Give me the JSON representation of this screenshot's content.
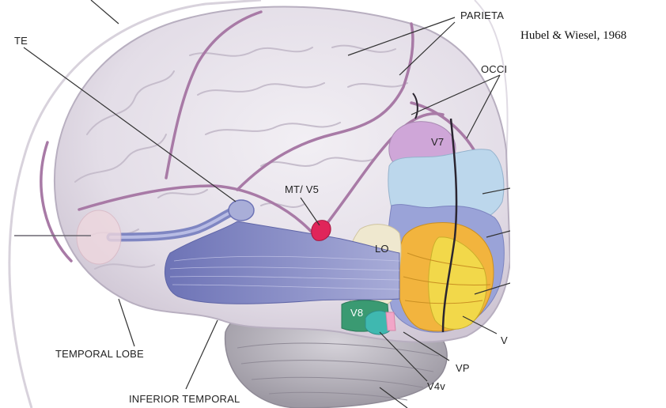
{
  "citation": "Hubel & Wiesel, 1968",
  "labels": {
    "te": "TE",
    "parietal": "PARIETA",
    "occipital": "OCCI",
    "mt_v5": "MT/ V5",
    "v7": "V7",
    "lo": "LO",
    "v8": "V8",
    "vp": "VP",
    "v4v": "V4v",
    "v_edge": "V",
    "temporal_lobe": "TEMPORAL LOBE",
    "inferior_temporal": "INFERIOR TEMPORAL"
  },
  "colors": {
    "brain": "#e8e4ec",
    "gyri_line": "#c8c0cf",
    "sulcus_purple": "#a87aa6",
    "fiber_tract": "#7f86c2",
    "mt_v5": "#e0255a",
    "v7": "#cfa6d8",
    "light_blue": "#bcd7ec",
    "periwinkle": "#9aa3d8",
    "orange": "#f2b43e",
    "yellow": "#f2d84a",
    "lo": "#efe8cf",
    "v8": "#3a9a72",
    "teal": "#3fb8b0",
    "pink": "#f2a6c8",
    "cerebellum": "#b9b6be"
  }
}
